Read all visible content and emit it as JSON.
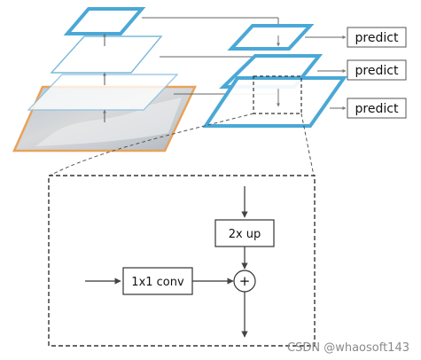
{
  "labels": {
    "predict_top": "predict",
    "predict_mid": "predict",
    "predict_bottom": "predict",
    "upsample": "2x up",
    "conv": "1x1 conv",
    "add_symbol": "+"
  },
  "watermark": "CSDN @whaosoft143",
  "colors": {
    "blue_thick": "#4aa8d6",
    "blue_thin": "#7ab8d9",
    "orange": "#e8a25a",
    "arrow": "#444444",
    "dash": "#333333"
  }
}
